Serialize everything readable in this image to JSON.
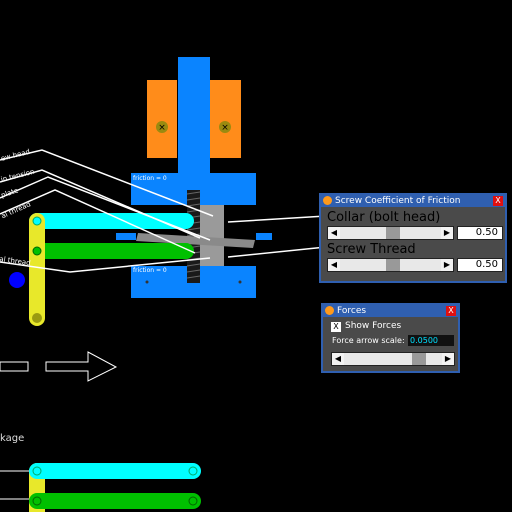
{
  "annotations": {
    "screw_head": "ew head",
    "in_tension": "in tension",
    "plate": "plate",
    "collar_thread": "al thread",
    "thread": "al thread",
    "friction_top": "friction = 0",
    "friction_bottom": "friction = 0",
    "linkage": "kage"
  },
  "friction_panel": {
    "title": "Screw Coefficient of Friction",
    "close": "X",
    "collar_label": "Collar (bolt head)",
    "collar_value": "0.50",
    "thread_label": "Screw Thread",
    "thread_value": "0.50"
  },
  "forces_panel": {
    "title": "Forces",
    "close": "X",
    "show_forces_check": "X",
    "show_forces_label": "Show Forces",
    "arrow_scale_label": "Force arrow scale:",
    "arrow_scale_value": "0.0500"
  },
  "colors": {
    "blue": "#0a84ff",
    "orange": "#ff8c1a",
    "cyan": "#00ffff",
    "green": "#00c000",
    "yellow": "#e8e82a",
    "panel_border": "#2f5fb0"
  }
}
